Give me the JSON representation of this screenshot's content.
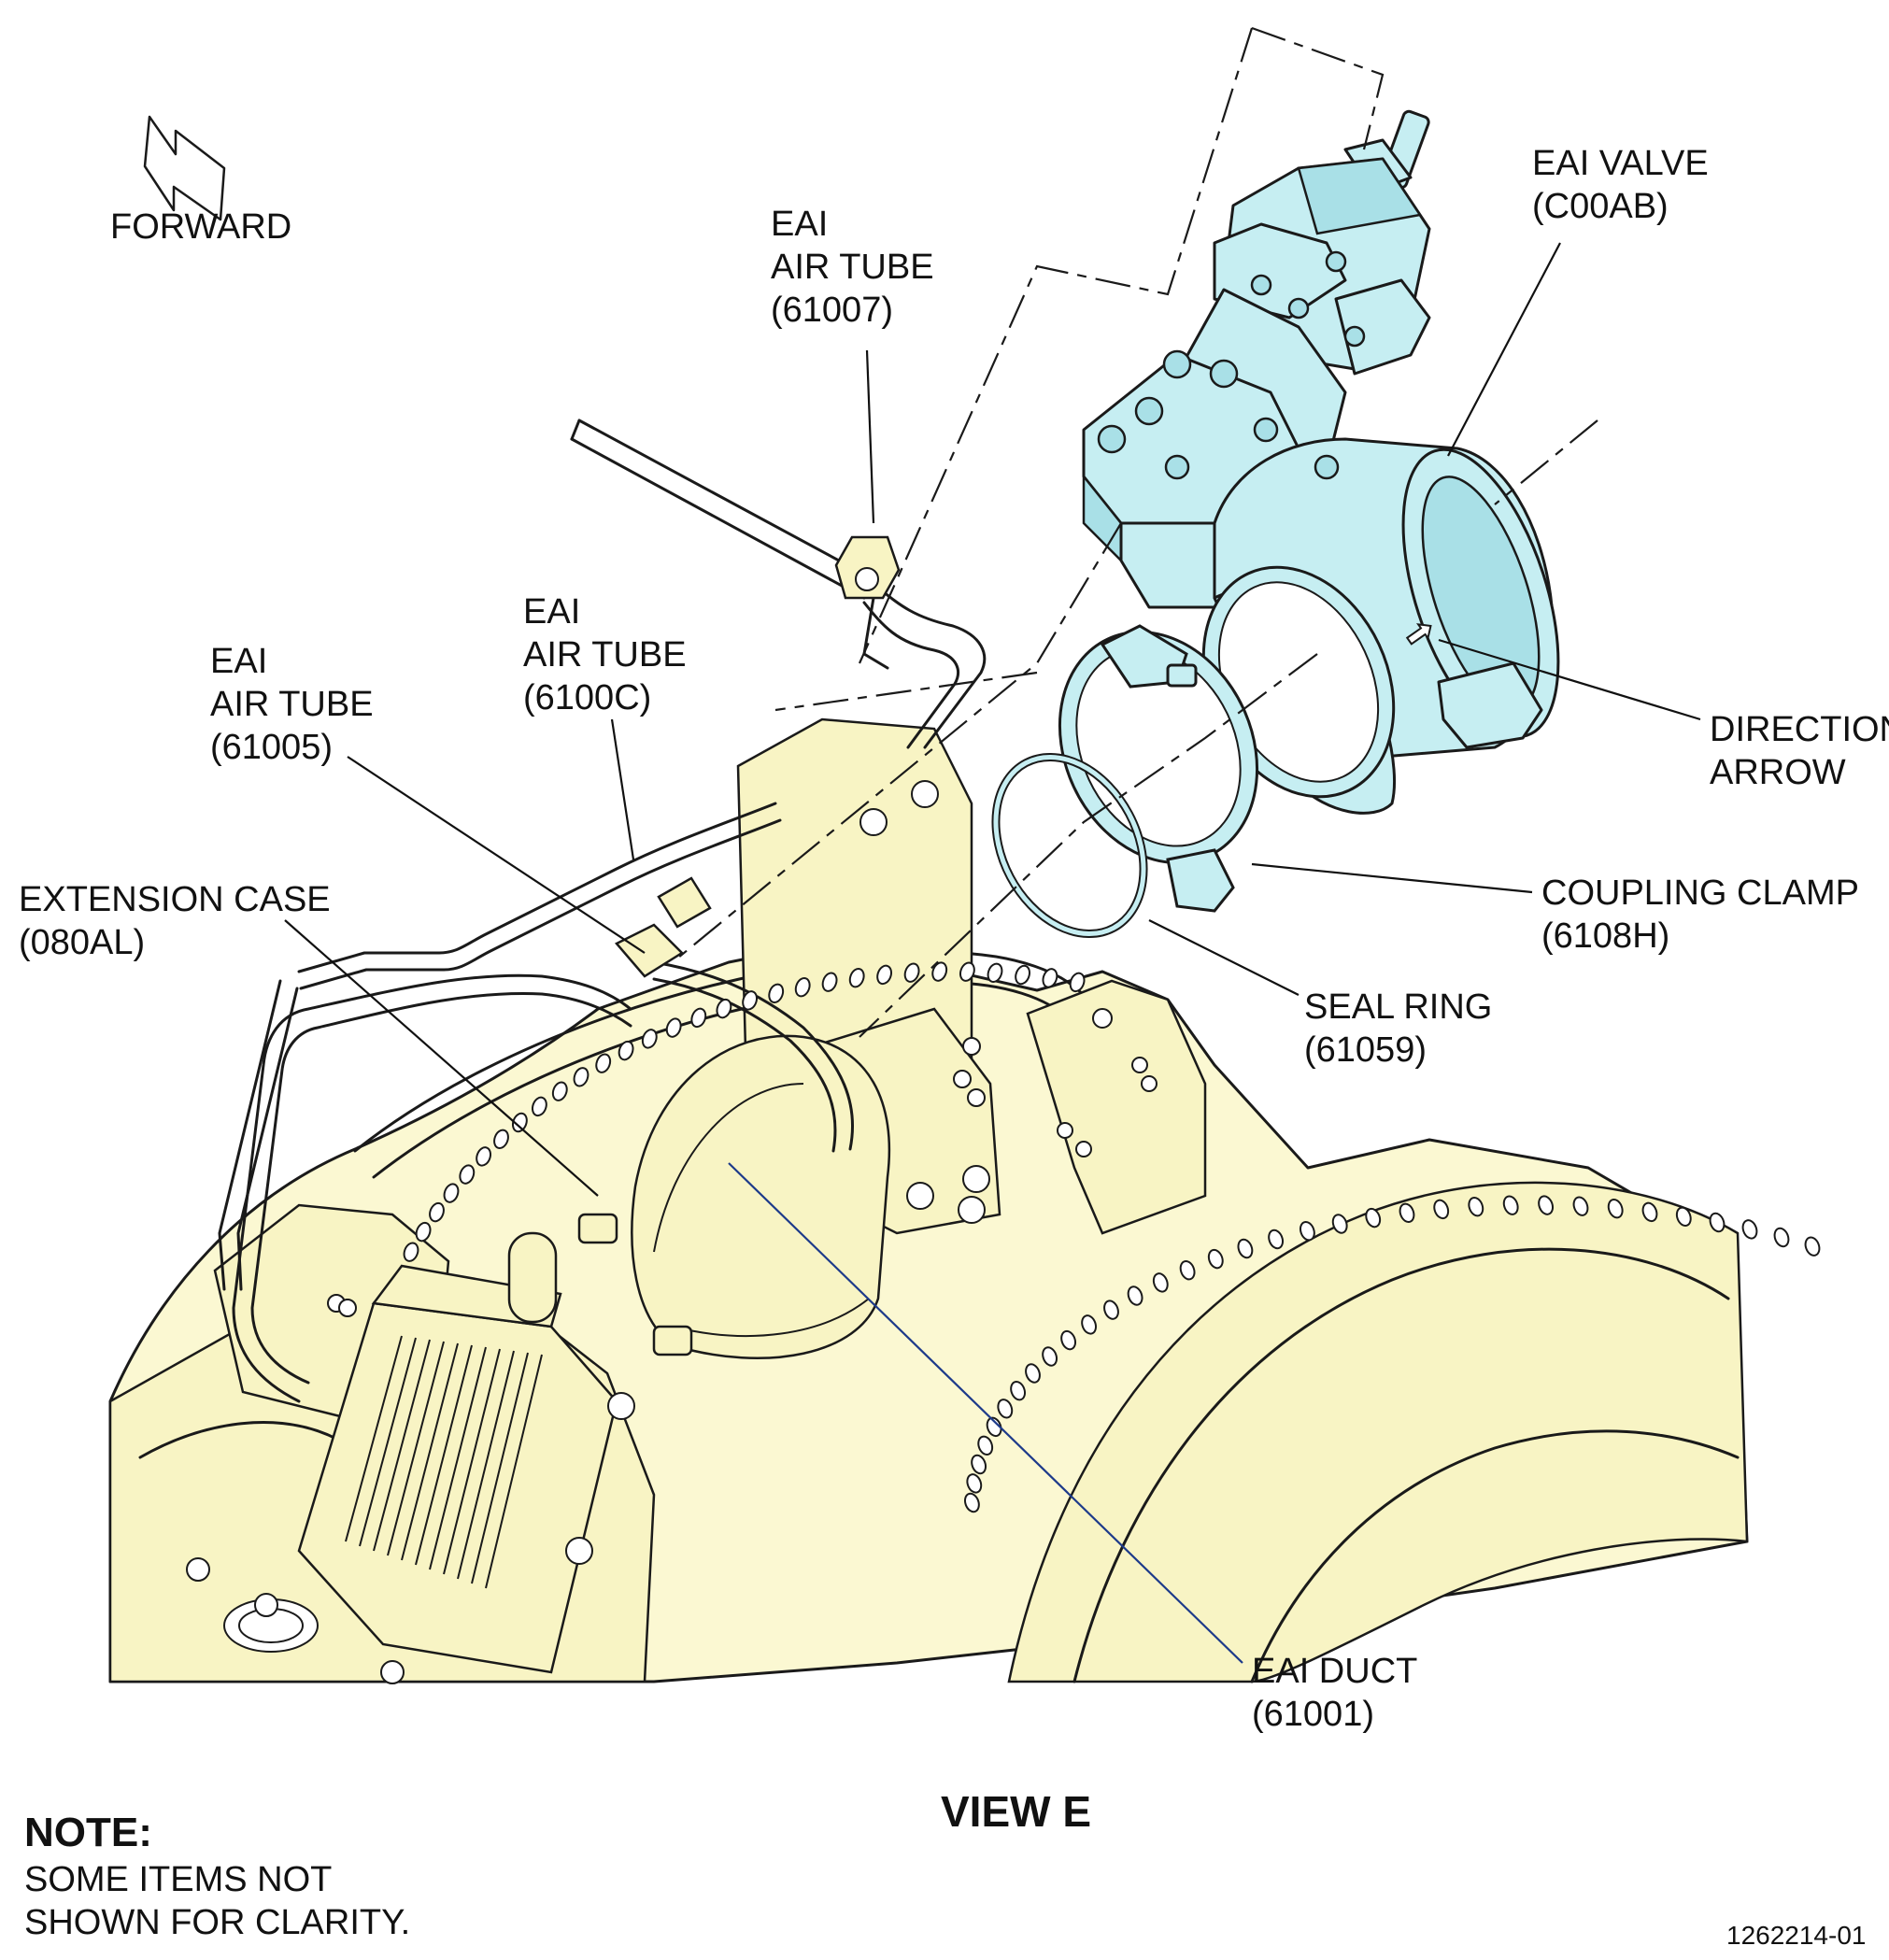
{
  "labels": {
    "forward": "FORWARD",
    "air_tube_61007": [
      "EAI",
      "AIR TUBE",
      "(61007)"
    ],
    "eai_valve": [
      "EAI VALVE",
      "(C00AB)"
    ],
    "air_tube_6100c": [
      "EAI",
      "AIR TUBE",
      "(6100C)"
    ],
    "air_tube_61005": [
      "EAI",
      "AIR TUBE",
      "(61005)"
    ],
    "direction_arrow": [
      "DIRECTION",
      "ARROW"
    ],
    "extension_case": [
      "EXTENSION CASE",
      "(080AL)"
    ],
    "coupling_clamp": [
      "COUPLING CLAMP",
      "(6108H)"
    ],
    "seal_ring": [
      "SEAL RING",
      "(61059)"
    ],
    "eai_duct": [
      "EAI DUCT",
      "(61001)"
    ]
  },
  "view_title": "VIEW E",
  "note": {
    "heading": "NOTE:",
    "lines": [
      "SOME ITEMS NOT",
      "SHOWN FOR CLARITY."
    ]
  },
  "figure_id": "1262214-01",
  "colors": {
    "engine_case_fill": "#fbf8d2",
    "valve_fill": "#c6eef2",
    "leader_dark_blue": "#1d3a8a",
    "line": "#1a1a1a"
  },
  "icons": [
    "forward-arrow-icon",
    "direction-arrow-icon"
  ]
}
